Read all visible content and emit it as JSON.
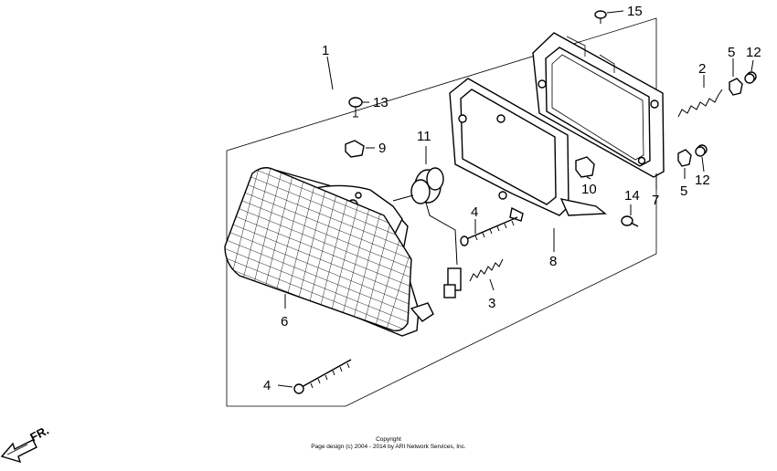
{
  "callouts": {
    "c1": "1",
    "c2": "2",
    "c3": "3",
    "c4a": "4",
    "c4b": "4",
    "c5a": "5",
    "c5b": "5",
    "c6": "6",
    "c7": "7",
    "c8": "8",
    "c9": "9",
    "c10": "10",
    "c11": "11",
    "c12a": "12",
    "c12b": "12",
    "c13": "13",
    "c14": "14",
    "c15": "15"
  },
  "direction": {
    "label": "FR."
  },
  "copyright": {
    "line1": "Copyright",
    "line2": "Page design (c) 2004 - 2014 by ARI Network Services, Inc."
  }
}
